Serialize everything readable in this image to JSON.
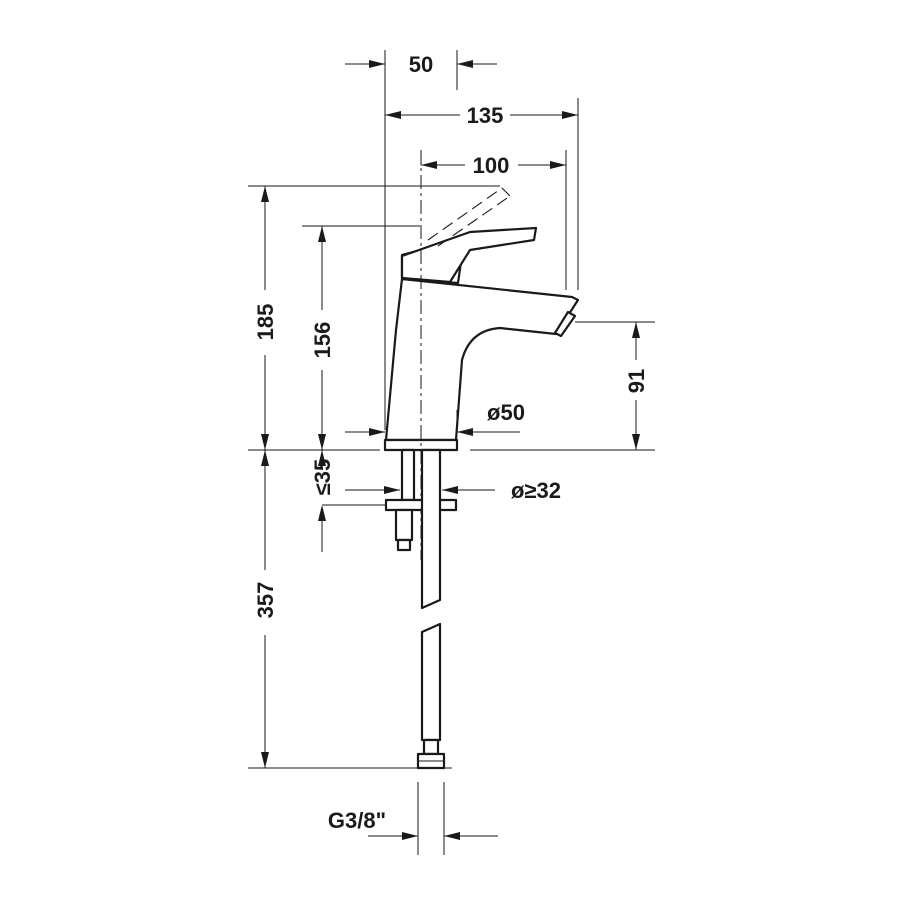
{
  "dimensions": {
    "width_50": "50",
    "width_135": "135",
    "width_100": "100",
    "height_185": "185",
    "height_156": "156",
    "spout_height_91": "91",
    "base_diameter": "ø50",
    "max_deck_thickness": "≤35",
    "hole_diameter": "ø≥32",
    "hose_length_357": "357",
    "connection_thread": "G3/8\""
  },
  "colors": {
    "line": "#1a1a1a",
    "background": "#ffffff"
  }
}
